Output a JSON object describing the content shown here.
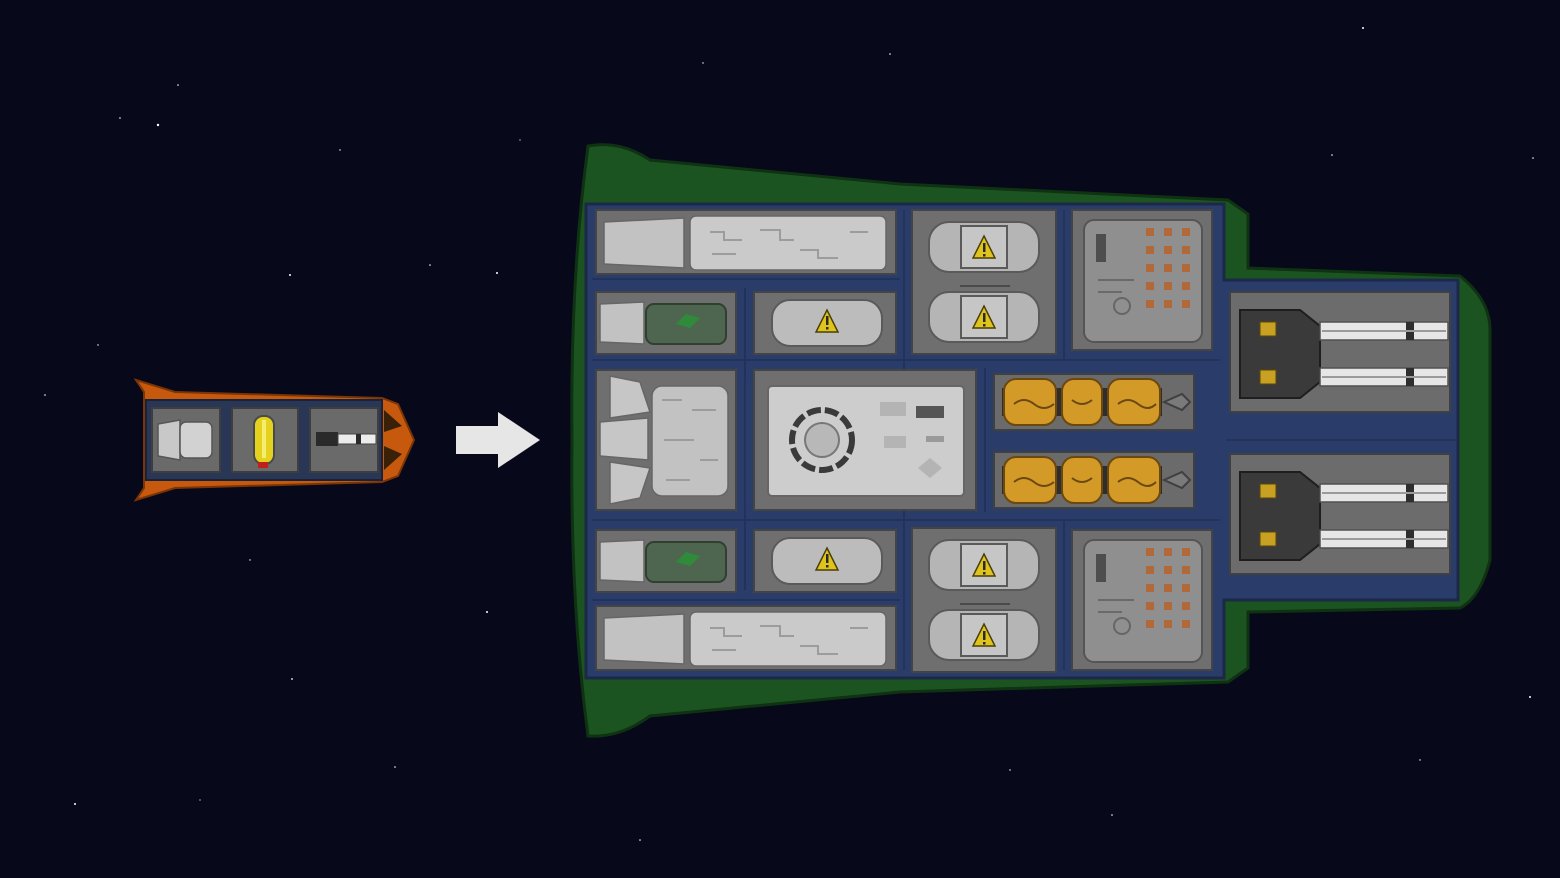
{
  "scene": {
    "background_color": "#07081a",
    "star_color": "#ffffff"
  },
  "small_ship": {
    "hull_color": "#c7590e",
    "frame_color": "#2a3656",
    "modules": [
      {
        "name": "thruster-module",
        "icon": "thruster-icon"
      },
      {
        "name": "fuel-capsule-module",
        "icon": "fuel-capsule-icon"
      },
      {
        "name": "laser-gun-module",
        "icon": "laser-gun-icon"
      }
    ]
  },
  "upgrade_arrow": {
    "icon": "arrow-right-icon",
    "color": "#e6e6e6"
  },
  "large_ship": {
    "hull_color": "#1c5421",
    "frame_color": "#2a3d6a",
    "module_color": "#6f6f6f",
    "part_color": "#b8b8b8",
    "warning_color": "#e0c41e",
    "gold_color": "#d39a28",
    "modules": [
      {
        "name": "large-thruster-top",
        "icon": "thruster-icon"
      },
      {
        "name": "fuel-tank-top",
        "icon": "fuel-tank-icon"
      },
      {
        "name": "small-thruster-top",
        "icon": "thruster-icon"
      },
      {
        "name": "hazard-tank-top",
        "icon": "warning-icon"
      },
      {
        "name": "pressure-tanks-top",
        "icon": "warning-icon"
      },
      {
        "name": "computer-top",
        "icon": "circuit-board-icon"
      },
      {
        "name": "engine-cluster",
        "icon": "thruster-icon"
      },
      {
        "name": "command-module",
        "icon": "reactor-icon"
      },
      {
        "name": "gold-battery-upper",
        "icon": "battery-icon"
      },
      {
        "name": "gold-battery-lower",
        "icon": "battery-icon"
      },
      {
        "name": "twin-cannon-upper",
        "icon": "cannon-icon"
      },
      {
        "name": "twin-cannon-lower",
        "icon": "cannon-icon"
      },
      {
        "name": "small-thruster-bottom",
        "icon": "thruster-icon"
      },
      {
        "name": "hazard-tank-bottom",
        "icon": "warning-icon"
      },
      {
        "name": "pressure-tanks-bottom",
        "icon": "warning-icon"
      },
      {
        "name": "computer-bottom",
        "icon": "circuit-board-icon"
      },
      {
        "name": "large-thruster-bottom",
        "icon": "thruster-icon"
      },
      {
        "name": "fuel-tank-bottom",
        "icon": "fuel-tank-icon"
      }
    ]
  }
}
